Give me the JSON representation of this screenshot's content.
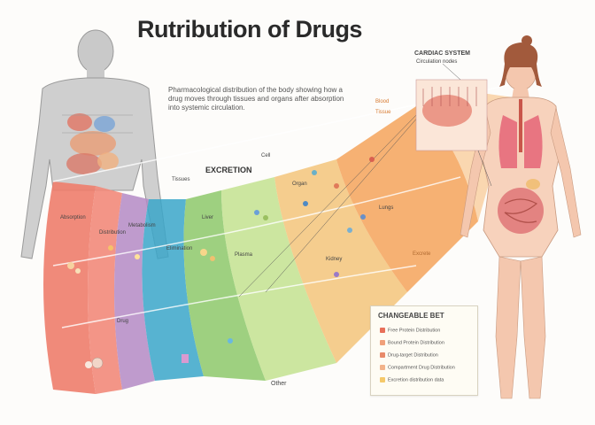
{
  "title": "Rutribution of Drugs",
  "intro_text": "Pharmacological distribution of the body showing how a drug moves through tissues and organs after absorption into systemic circulation.",
  "labels": {
    "excretion": "EXCRETION",
    "top_right_header": "CARDIAC SYSTEM",
    "top_right_sub": "Circulation nodes",
    "side_label_1": "Blood",
    "side_label_2": "Tissue",
    "section_a": "Absorption",
    "section_b": "Distribution",
    "section_c": "Metabolism",
    "section_d": "Elimination",
    "small_a": "Tissues",
    "small_b": "Liver",
    "small_c": "Plasma",
    "small_d": "Kidney",
    "small_e": "Lungs",
    "small_f": "Organ",
    "small_g": "Cell",
    "small_h": "Drug",
    "bottom_label": "Other",
    "right_label": "Excrete"
  },
  "legend": {
    "title": "CHANGEABLE BET",
    "items": [
      {
        "text": "Free Protein Distribution",
        "color": "#e8705a"
      },
      {
        "text": "Bound Protein Distribution",
        "color": "#f0a07a"
      },
      {
        "text": "Drug-target Distribution",
        "color": "#e88a6a"
      },
      {
        "text": "Compartment Drug Distribution",
        "color": "#f2b38a"
      },
      {
        "text": "Excretion distribution data",
        "color": "#f5c96a"
      }
    ]
  }
}
